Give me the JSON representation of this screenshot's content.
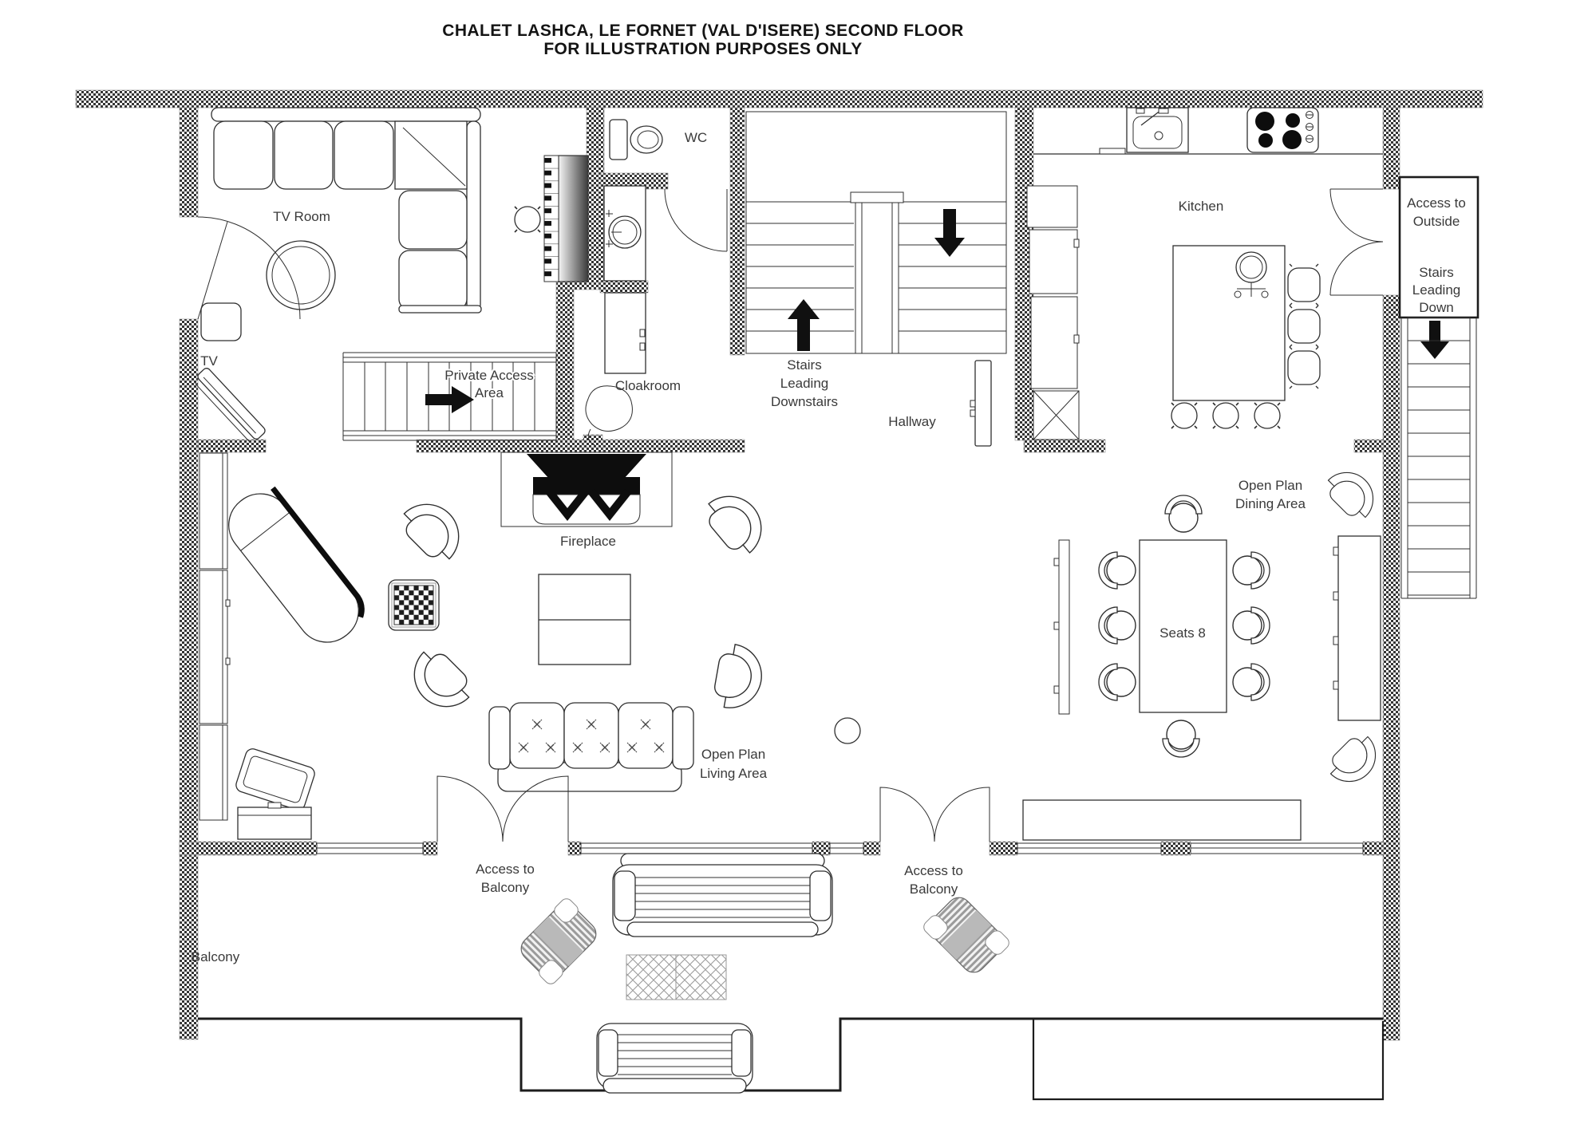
{
  "title": {
    "line1": "CHALET LASHCA, LE FORNET (VAL D'ISERE) SECOND FLOOR",
    "line2": "FOR ILLUSTRATION PURPOSES ONLY"
  },
  "labels": {
    "tv_room": "TV Room",
    "tv": "TV",
    "wc": "WC",
    "private_access_1": "Private Access",
    "private_access_2": "Area",
    "cloakroom": "Cloakroom",
    "stairs_downstairs_1": "Stairs",
    "stairs_downstairs_2": "Leading",
    "stairs_downstairs_3": "Downstairs",
    "hallway": "Hallway",
    "kitchen": "Kitchen",
    "access_outside_1": "Access to",
    "access_outside_2": "Outside",
    "stairs_down_1": "Stairs",
    "stairs_down_2": "Leading",
    "stairs_down_3": "Down",
    "fireplace": "Fireplace",
    "dining_1": "Open Plan",
    "dining_2": "Dining Area",
    "seats": "Seats 8",
    "living_1": "Open Plan",
    "living_2": "Living Area",
    "balcony_left_1": "Access to",
    "balcony_left_2": "Balcony",
    "balcony_right_1": "Access to",
    "balcony_right_2": "Balcony",
    "balcony": "Balcony"
  },
  "colors": {
    "wall": "#343434",
    "line": "#2f2f2f",
    "label": "#3a3a3a",
    "arrow": "#101010",
    "background": "#ffffff"
  }
}
